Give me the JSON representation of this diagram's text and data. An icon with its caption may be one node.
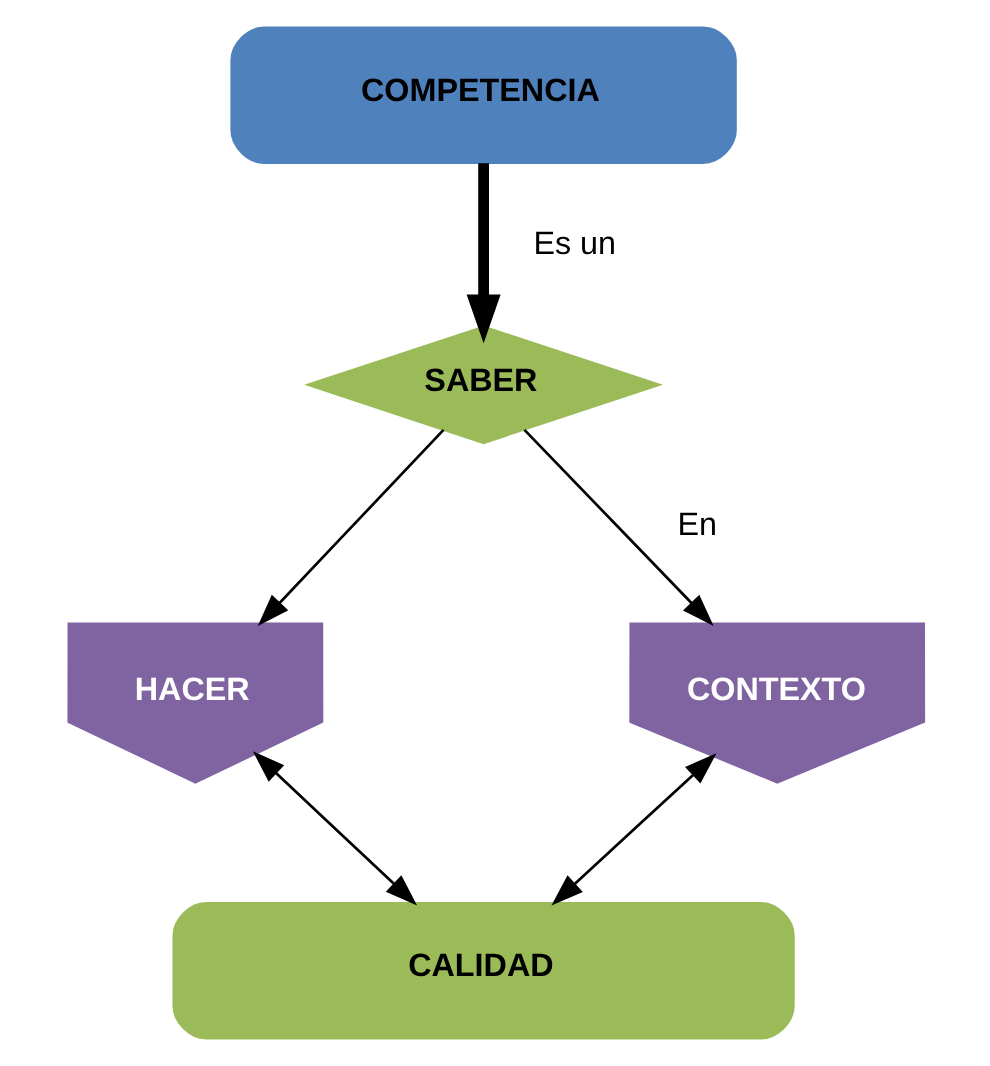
{
  "diagram": {
    "nodes": [
      {
        "text": [
          "COMPETENCIA"
        ]
      },
      {
        "text": [
          "SABER"
        ]
      },
      {
        "text": [
          "HACER"
        ]
      },
      {
        "text": [
          "CONTEXTO"
        ]
      },
      {
        "text": [
          "CALIDAD"
        ]
      }
    ],
    "edges": [
      {
        "from": 0,
        "to": 1,
        "arrow": "to",
        "label": "Es un",
        "style": "thick"
      },
      {
        "from": 1,
        "to": 2,
        "arrow": "to"
      },
      {
        "from": 1,
        "to": 3,
        "arrow": "to",
        "label": "En"
      },
      {
        "from": 2,
        "to": 4,
        "arrow": "both"
      },
      {
        "from": 3,
        "to": 4,
        "arrow": "both"
      }
    ]
  }
}
